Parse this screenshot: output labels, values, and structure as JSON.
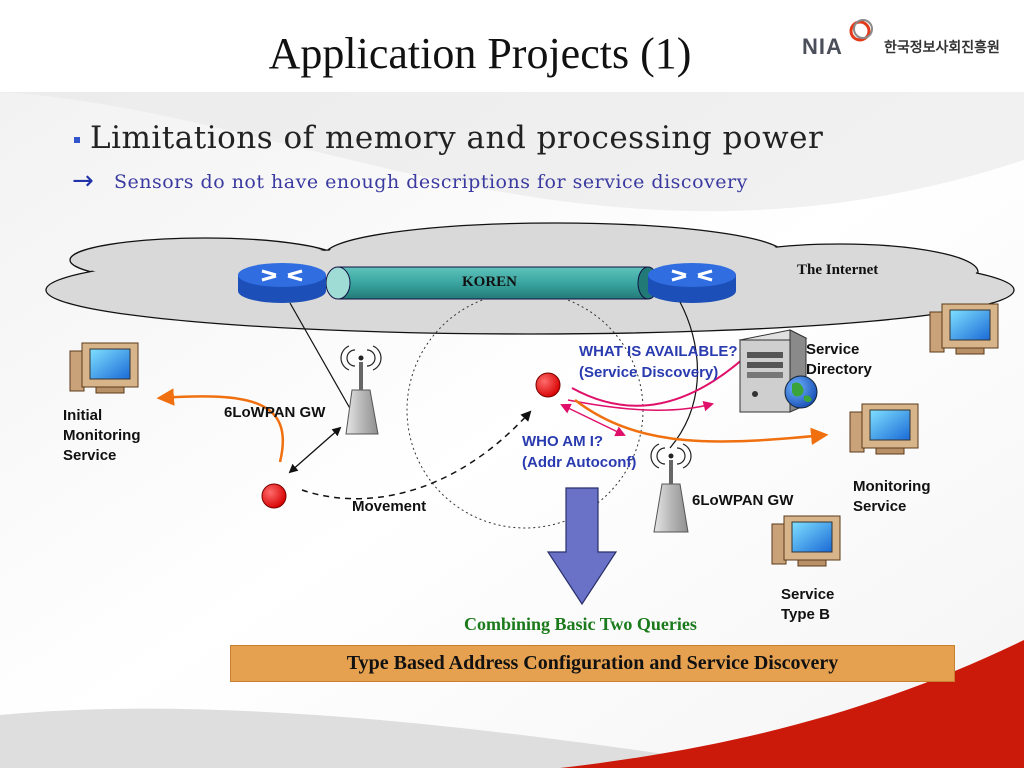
{
  "slide": {
    "title": "Application Projects (1)",
    "logo": {
      "nia": "NIA",
      "korean_name": "한국정보사회진흥원"
    },
    "bullet_main": "Limitations of memory and processing power",
    "bullet_sub": "Sensors do not have enough descriptions for service discovery"
  },
  "diagram": {
    "internet_label": "The Internet",
    "backbone_label": "KOREN",
    "left_gateway_label": "6LoWPAN GW",
    "right_gateway_label": "6LoWPAN GW",
    "initial_monitoring_label": [
      "Initial",
      "Monitoring",
      "Service"
    ],
    "movement_label": "Movement",
    "what_is_available": [
      "WHAT IS AVAILABLE?",
      "(Service Discovery)"
    ],
    "who_am_i": [
      "WHO AM I?",
      "(Addr Autoconf)"
    ],
    "service_directory_label": [
      "Service",
      "Directory"
    ],
    "monitoring_service_label": [
      "Monitoring",
      "Service"
    ],
    "service_type_b_label": [
      "Service",
      "Type B"
    ],
    "combining_label": "Combining Basic Two Queries",
    "banner_text": "Type Based Address Configuration and Service Discovery"
  },
  "colors": {
    "background_red": "#cc1a0a",
    "cloud_fill": "#d9d9d9",
    "router_blue": "#2a5fd6",
    "tube_teal": "#3aa5a0",
    "sensor_node_red": "#e81515",
    "arrow_orange": "#f07010",
    "arrow_pink": "#e0106a",
    "down_arrow_purple": "#6a72c8",
    "banner_orange": "#e5a050",
    "combine_green": "#1b7a1b",
    "query_text_blue": "#2a3bb0"
  },
  "icons": [
    "router-icon",
    "antenna-icon",
    "monitor-icon",
    "server-tower-icon",
    "globe-icon",
    "sensor-node-icon"
  ]
}
